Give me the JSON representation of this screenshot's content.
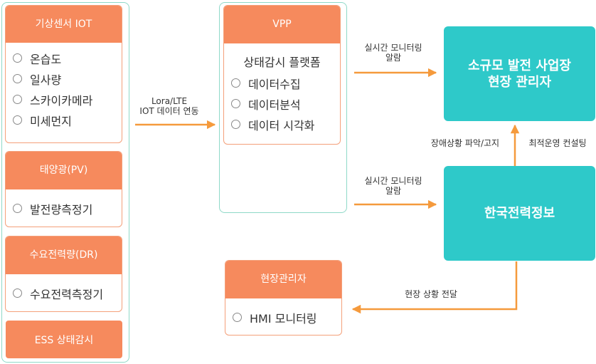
{
  "sensors": {
    "weather": {
      "title": "기상센서 IOT",
      "items": [
        "온습도",
        "일사량",
        "스카이카메라",
        "미세먼지"
      ]
    },
    "pv": {
      "title": "태양광(PV)",
      "items": [
        "발전량측정기"
      ]
    },
    "dr": {
      "title": "수요전력량(DR)",
      "items": [
        "수요전력측정기"
      ]
    },
    "ess": {
      "title": "ESS 상태감시"
    }
  },
  "vpp": {
    "title": "VPP",
    "subtitle": "상태감시 플랫폼",
    "items": [
      "데이터수집",
      "데이터분석",
      "데이터 시각화"
    ]
  },
  "site_manager": {
    "title": "현장관리자",
    "items": [
      "HMI 모니터링"
    ]
  },
  "nodes": {
    "operator": [
      "소규모 발전 사업장",
      "현장 관리자"
    ],
    "kepco": "한국전력정보"
  },
  "edges": {
    "lora": [
      "Lora/LTE",
      "IOT 데이터 연동"
    ],
    "monitor_top": [
      "실시간 모니터링",
      "알람"
    ],
    "monitor_bottom": [
      "실시간 모니터링",
      "알람"
    ],
    "fault": "장애상황 파악/고지",
    "consult": "최적운영 컨설팅",
    "site": "현장 상황 전달"
  },
  "colors": {
    "orange": "#f68a5d",
    "teal": "#2ec9c9",
    "mint_border": "#8fd9c8",
    "arrow": "#f59a3c"
  }
}
